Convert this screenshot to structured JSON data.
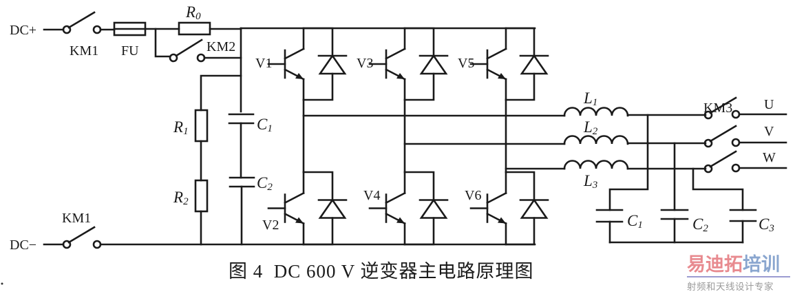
{
  "diagram": {
    "title": "DC 600 V inverter main circuit schematic",
    "inputs": {
      "positive": "DC+",
      "negative": "DC−"
    },
    "labels": {
      "km1_top": "KM1",
      "km1_bottom": "KM1",
      "fuse": "FU",
      "r0": "R",
      "r0_sub": "0",
      "km2": "KM2",
      "r1": "R",
      "r1_sub": "1",
      "r2": "R",
      "r2_sub": "2",
      "c1": "C",
      "c1_sub": "1",
      "c2": "C",
      "c2_sub": "2",
      "v1": "V1",
      "v2": "V2",
      "v3": "V3",
      "v4": "V4",
      "v5": "V5",
      "v6": "V6",
      "l1": "L",
      "l1_sub": "1",
      "l2": "L",
      "l2_sub": "2",
      "l3": "L",
      "l3_sub": "3",
      "km3": "KM3",
      "out_u": "U",
      "out_v": "V",
      "out_w": "W",
      "fc1": "C",
      "fc1_sub": "1",
      "fc2": "C",
      "fc2_sub": "2",
      "fc3": "C",
      "fc3_sub": "3"
    },
    "components": [
      {
        "id": "KM1",
        "type": "contactor",
        "location": "DC+ input"
      },
      {
        "id": "FU",
        "type": "fuse"
      },
      {
        "id": "R0",
        "type": "precharge resistor"
      },
      {
        "id": "KM2",
        "type": "bypass contactor",
        "parallel_to": "R0"
      },
      {
        "id": "R1",
        "type": "resistor",
        "role": "voltage divider"
      },
      {
        "id": "R2",
        "type": "resistor",
        "role": "voltage divider"
      },
      {
        "id": "C1",
        "type": "DC link capacitor"
      },
      {
        "id": "C2",
        "type": "DC link capacitor"
      },
      {
        "id": "V1",
        "type": "IGBT with antiparallel diode",
        "leg": 1,
        "position": "upper"
      },
      {
        "id": "V2",
        "type": "IGBT with antiparallel diode",
        "leg": 1,
        "position": "lower"
      },
      {
        "id": "V3",
        "type": "IGBT with antiparallel diode",
        "leg": 2,
        "position": "upper"
      },
      {
        "id": "V4",
        "type": "IGBT with antiparallel diode",
        "leg": 2,
        "position": "lower"
      },
      {
        "id": "V5",
        "type": "IGBT with antiparallel diode",
        "leg": 3,
        "position": "upper"
      },
      {
        "id": "V6",
        "type": "IGBT with antiparallel diode",
        "leg": 3,
        "position": "lower"
      },
      {
        "id": "L1",
        "type": "filter inductor",
        "phase": "U"
      },
      {
        "id": "L2",
        "type": "filter inductor",
        "phase": "V"
      },
      {
        "id": "L3",
        "type": "filter inductor",
        "phase": "W"
      },
      {
        "id": "C1",
        "type": "filter capacitor",
        "section": "output"
      },
      {
        "id": "C2",
        "type": "filter capacitor",
        "section": "output"
      },
      {
        "id": "C3",
        "type": "filter capacitor",
        "section": "output"
      },
      {
        "id": "KM3",
        "type": "3-pole output contactor"
      }
    ],
    "caption": {
      "figure": "图 4",
      "text": "DC 600 V 逆变器主电路原理图"
    }
  },
  "watermark": {
    "line1_part1": "易迪拓",
    "line1_part2": "培训",
    "line2": "射频和天线设计专家",
    "color1": "#e88a8f",
    "color2": "#8aa6cf"
  }
}
